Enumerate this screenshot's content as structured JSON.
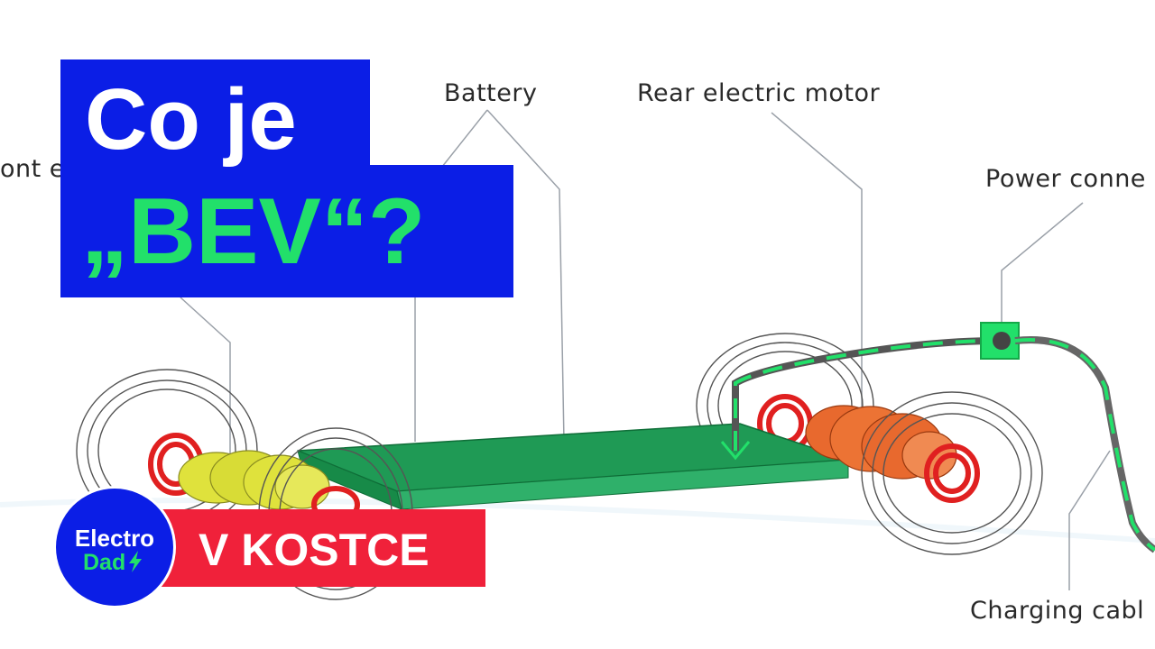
{
  "labels": {
    "front_motor_partial": "ont e",
    "battery": "Battery",
    "rear_motor": "Rear electric motor",
    "power_connector_partial": "Power conne",
    "charging_cable_partial": "Charging cabl"
  },
  "title": {
    "line1": "Co je",
    "line2": "„BEV“?"
  },
  "badge": {
    "line1": "Electro",
    "line2": "Dad"
  },
  "banner": {
    "text": "V KOSTCE"
  },
  "colors": {
    "title_bg": "#0b1ee6",
    "title_line1": "#ffffff",
    "title_line2": "#22e06a",
    "banner_bg": "#f0213a",
    "battery": "#1f9a55",
    "front_motor": "#d8e03a",
    "rear_motor": "#e8692e",
    "wheel_hub": "#e02020"
  }
}
